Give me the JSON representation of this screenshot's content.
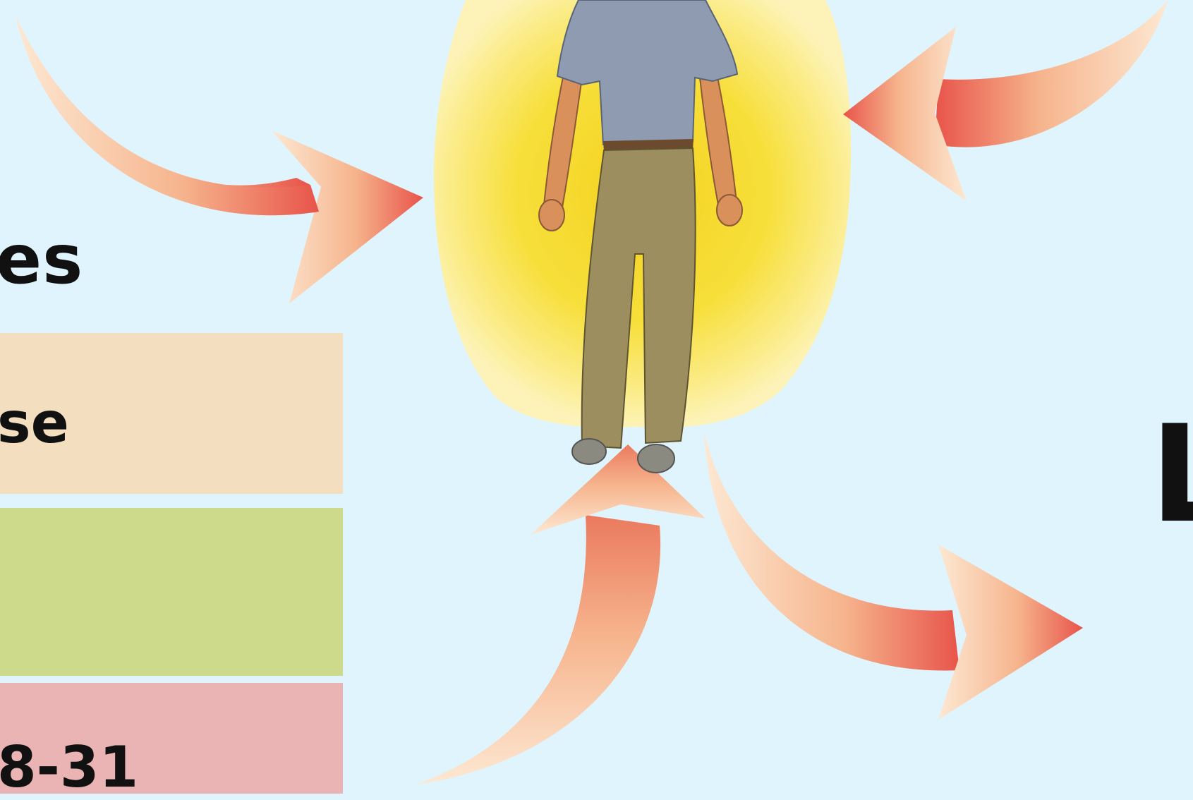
{
  "heading_fragment": "es",
  "bands": [
    {
      "text": "se",
      "color": "#f3dfbf"
    },
    {
      "text": "",
      "color": "#cdda8c"
    },
    {
      "text": "8-31",
      "color": "#eab4b5"
    }
  ],
  "right_letter_fragment": "L",
  "colors": {
    "background": "#dff4fc",
    "glow": "#f7df3a",
    "arrow_tip": "#e8544a",
    "arrow_tail": "#fde8d2",
    "shirt": "#8e9bb0",
    "trousers": "#9c8e5e",
    "skin": "#d9905a"
  },
  "illustration": {
    "figure": "person-standing-back-view",
    "arrows": [
      "incoming-arrow-top-left",
      "incoming-arrow-top-right",
      "incoming-arrow-bottom",
      "outgoing-arrow-bottom-right"
    ]
  }
}
